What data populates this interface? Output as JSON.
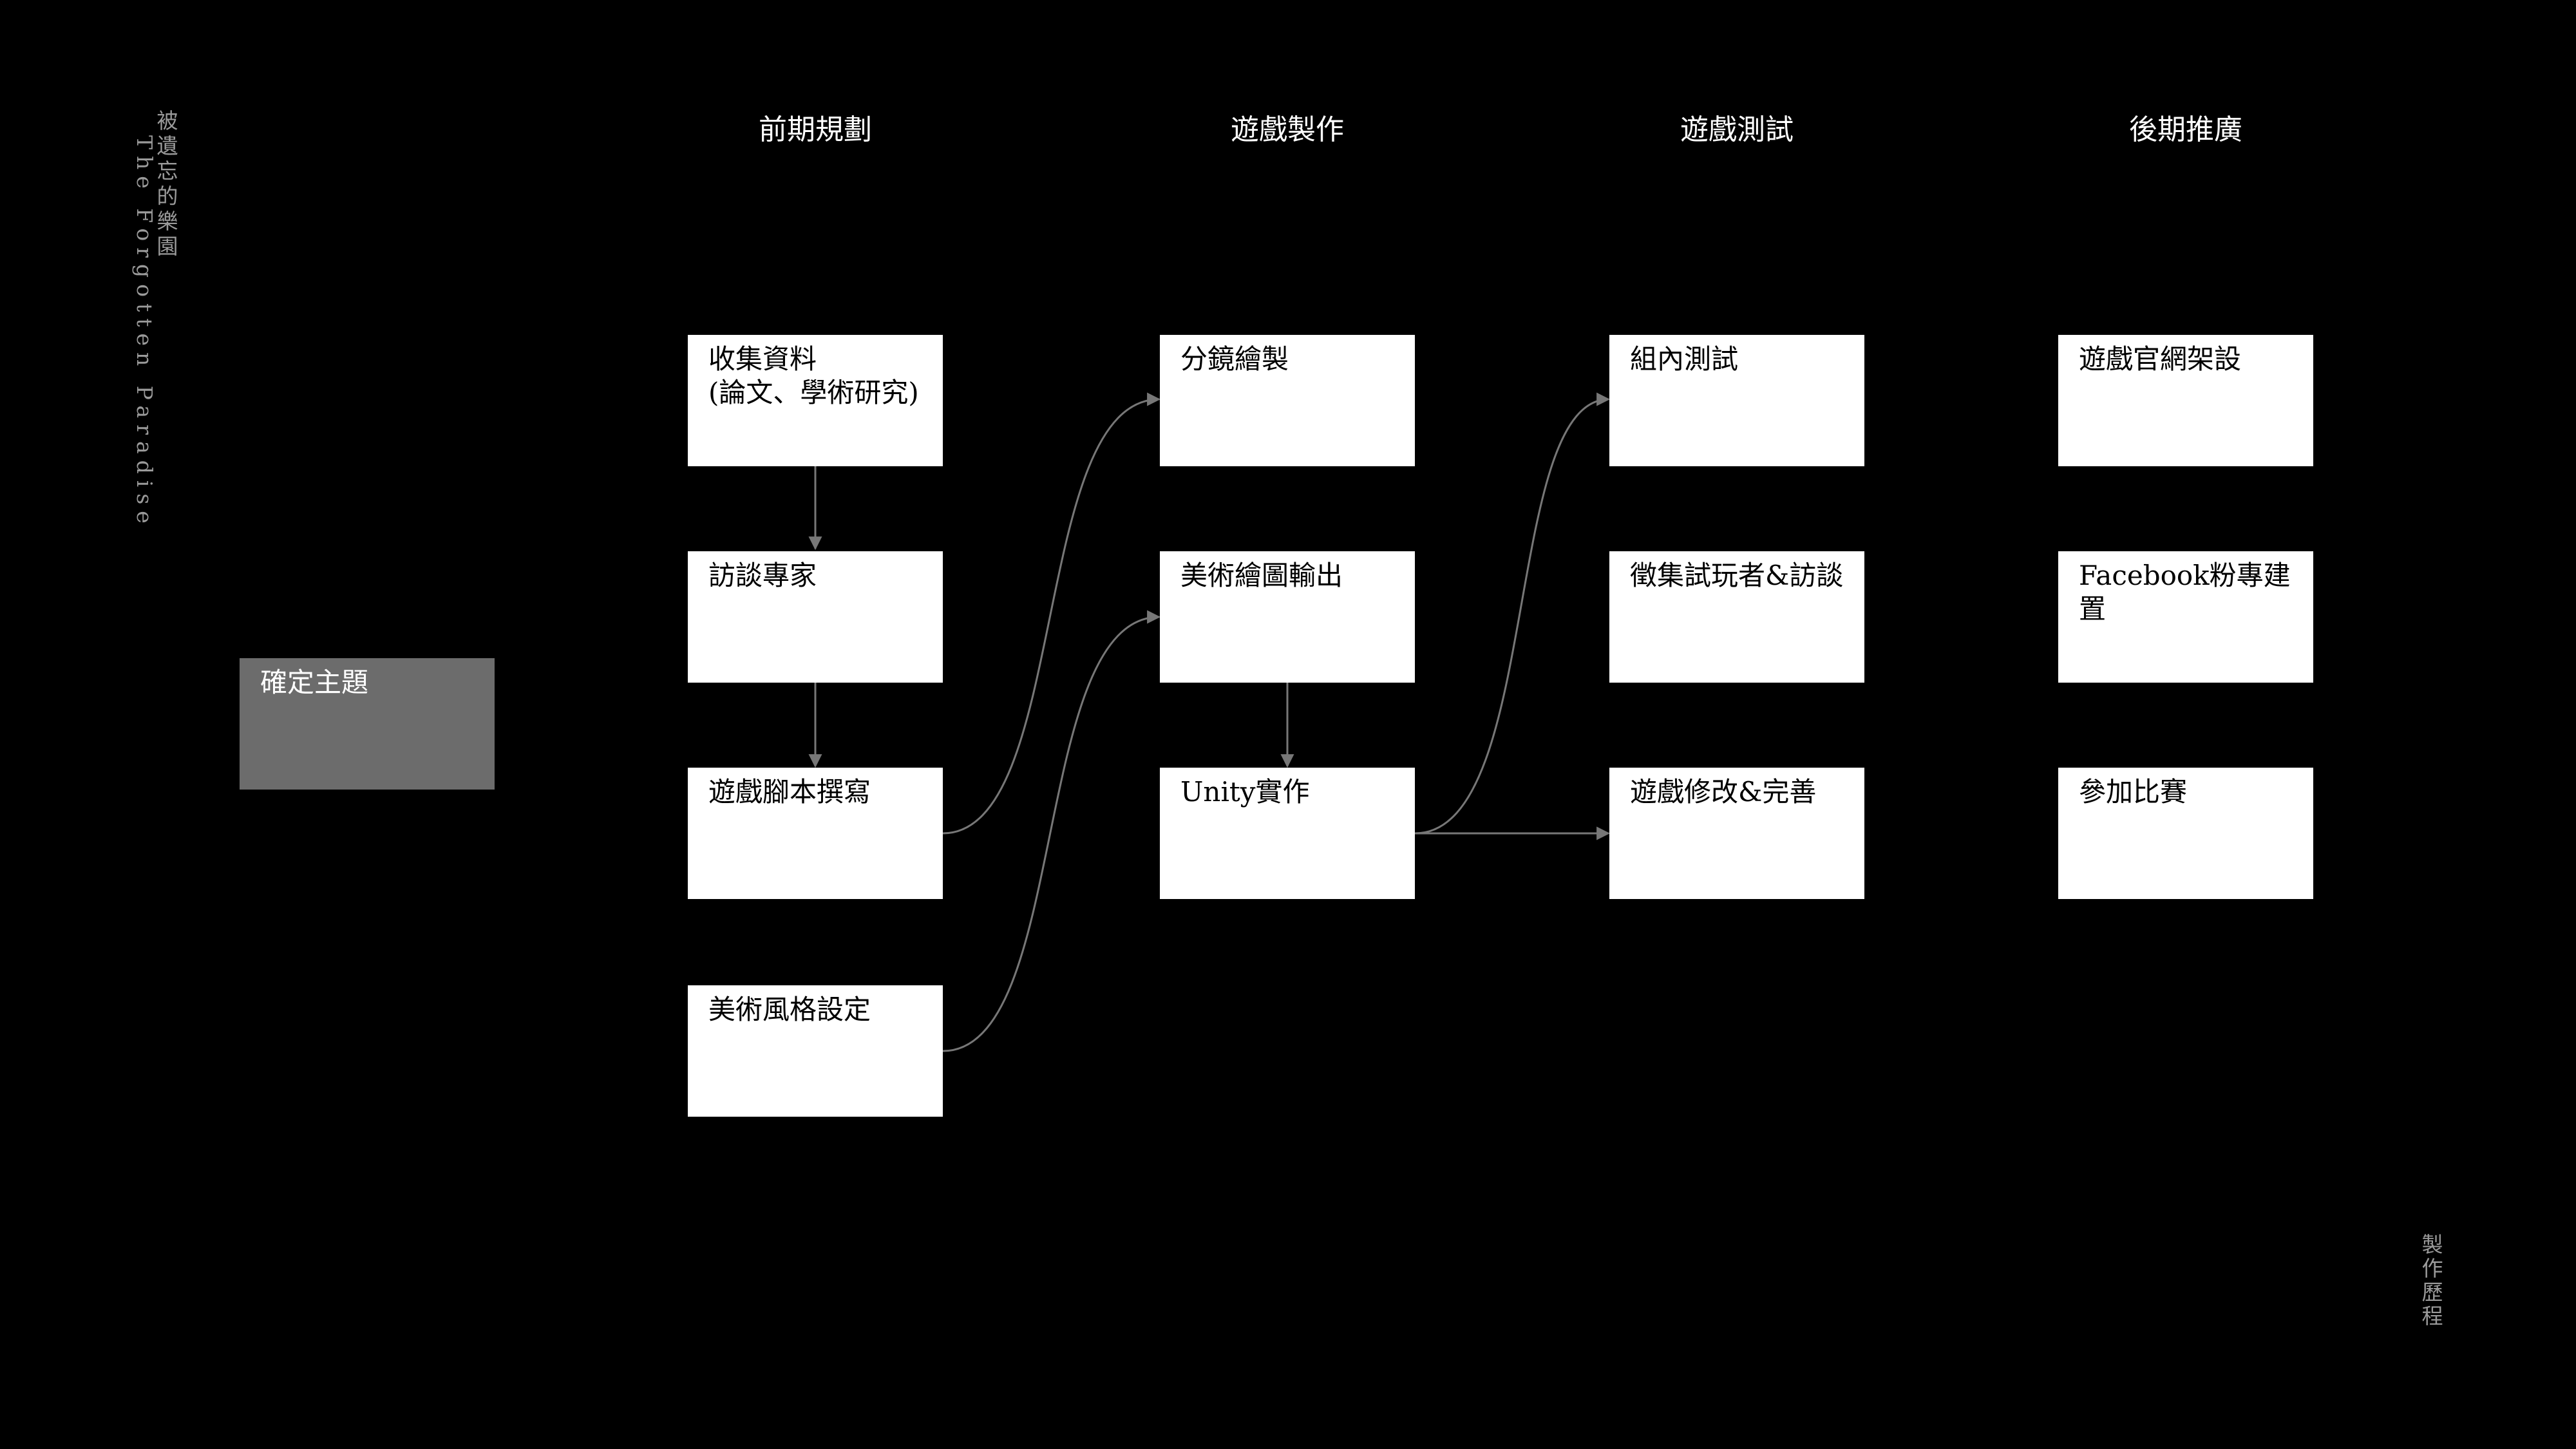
{
  "side_title": {
    "chinese": "被遺忘的樂園",
    "english": "The Forgotten Paradise"
  },
  "corner_label": "製作歷程",
  "columns": [
    {
      "header": "前期規劃"
    },
    {
      "header": "遊戲製作"
    },
    {
      "header": "遊戲測試"
    },
    {
      "header": "後期推廣"
    }
  ],
  "root": {
    "label": "確定主題"
  },
  "nodes": {
    "collect_data": {
      "line1": "收集資料",
      "line2": "(論文、學術研究)"
    },
    "interview_experts": {
      "label": "訪談專家"
    },
    "game_script": {
      "label": "遊戲腳本撰寫"
    },
    "art_style": {
      "label": "美術風格設定"
    },
    "storyboard": {
      "label": "分鏡繪製"
    },
    "art_output": {
      "label": "美術繪圖輸出"
    },
    "unity_build": {
      "label": "Unity實作"
    },
    "internal_test": {
      "label": "組內測試"
    },
    "recruit_testers": {
      "label": "徵集試玩者&訪談"
    },
    "game_revision": {
      "label": "遊戲修改&完善"
    },
    "official_site": {
      "label": "遊戲官網架設"
    },
    "facebook_page": {
      "label": "Facebook粉專建置"
    },
    "competition": {
      "label": "參加比賽"
    }
  },
  "colors": {
    "background": "#000000",
    "node_fill": "#ffffff",
    "root_fill": "#6c6c6c",
    "connector": "#777777",
    "side_text": "#9a9a9a"
  }
}
